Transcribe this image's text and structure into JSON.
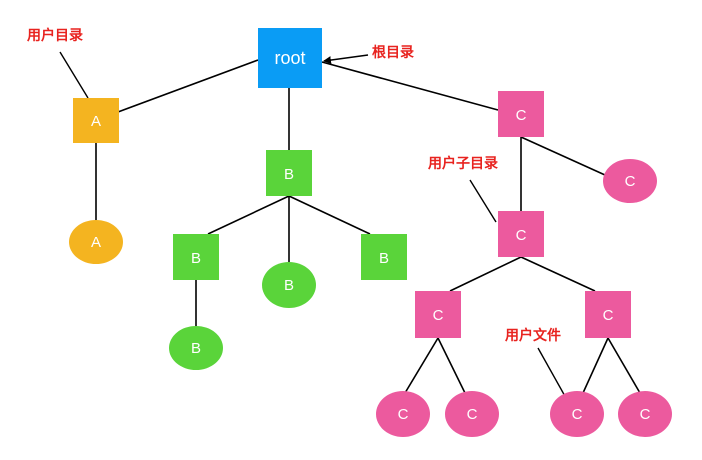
{
  "colors": {
    "root": "#0a9cf5",
    "user_a": "#f4b420",
    "user_b": "#5ad43a",
    "user_c": "#ec5a9e",
    "annotation": "#e8231f"
  },
  "nodes": {
    "root": "root",
    "dir_a": "A",
    "file_a": "A",
    "dir_b": "B",
    "dir_b_left": "B",
    "file_b_mid": "B",
    "dir_b_right": "B",
    "file_b_bottom": "B",
    "dir_c": "C",
    "file_c_top": "C",
    "dir_c_sub": "C",
    "dir_c_sub_left": "C",
    "dir_c_sub_right": "C",
    "file_c_1": "C",
    "file_c_2": "C",
    "file_c_3": "C",
    "file_c_4": "C"
  },
  "annotations": {
    "user_directory": "用户目录",
    "root_directory": "根目录",
    "user_subdirectory": "用户子目录",
    "user_file": "用户文件"
  }
}
